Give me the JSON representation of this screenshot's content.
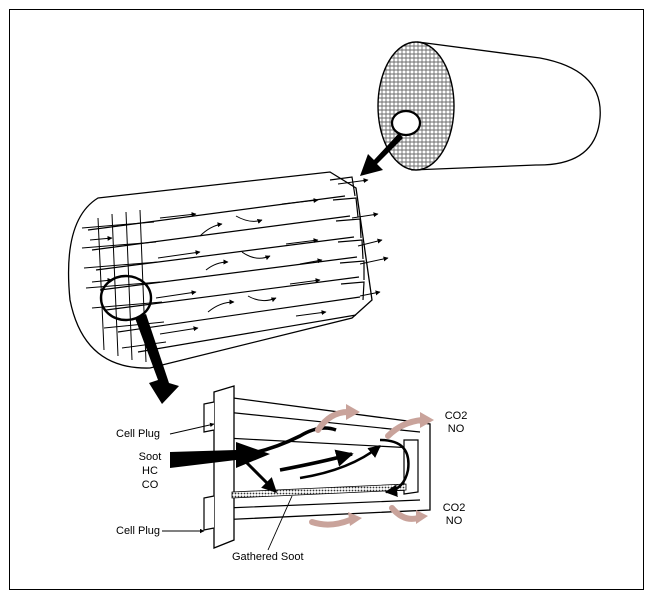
{
  "labels": {
    "cell_plug_top": "Cell Plug",
    "cell_plug_bottom": "Cell Plug",
    "inlet_soot": "Soot",
    "inlet_hc": "HC",
    "inlet_co": "CO",
    "outlet_top_co2": "CO2",
    "outlet_top_no": "NO",
    "outlet_bottom_co2": "CO2",
    "outlet_bottom_no": "NO",
    "gathered_soot": "Gathered Soot"
  },
  "colors": {
    "line": "#000000",
    "mesh": "#6b6b6b",
    "gas_arrow": "#c9a39b"
  }
}
